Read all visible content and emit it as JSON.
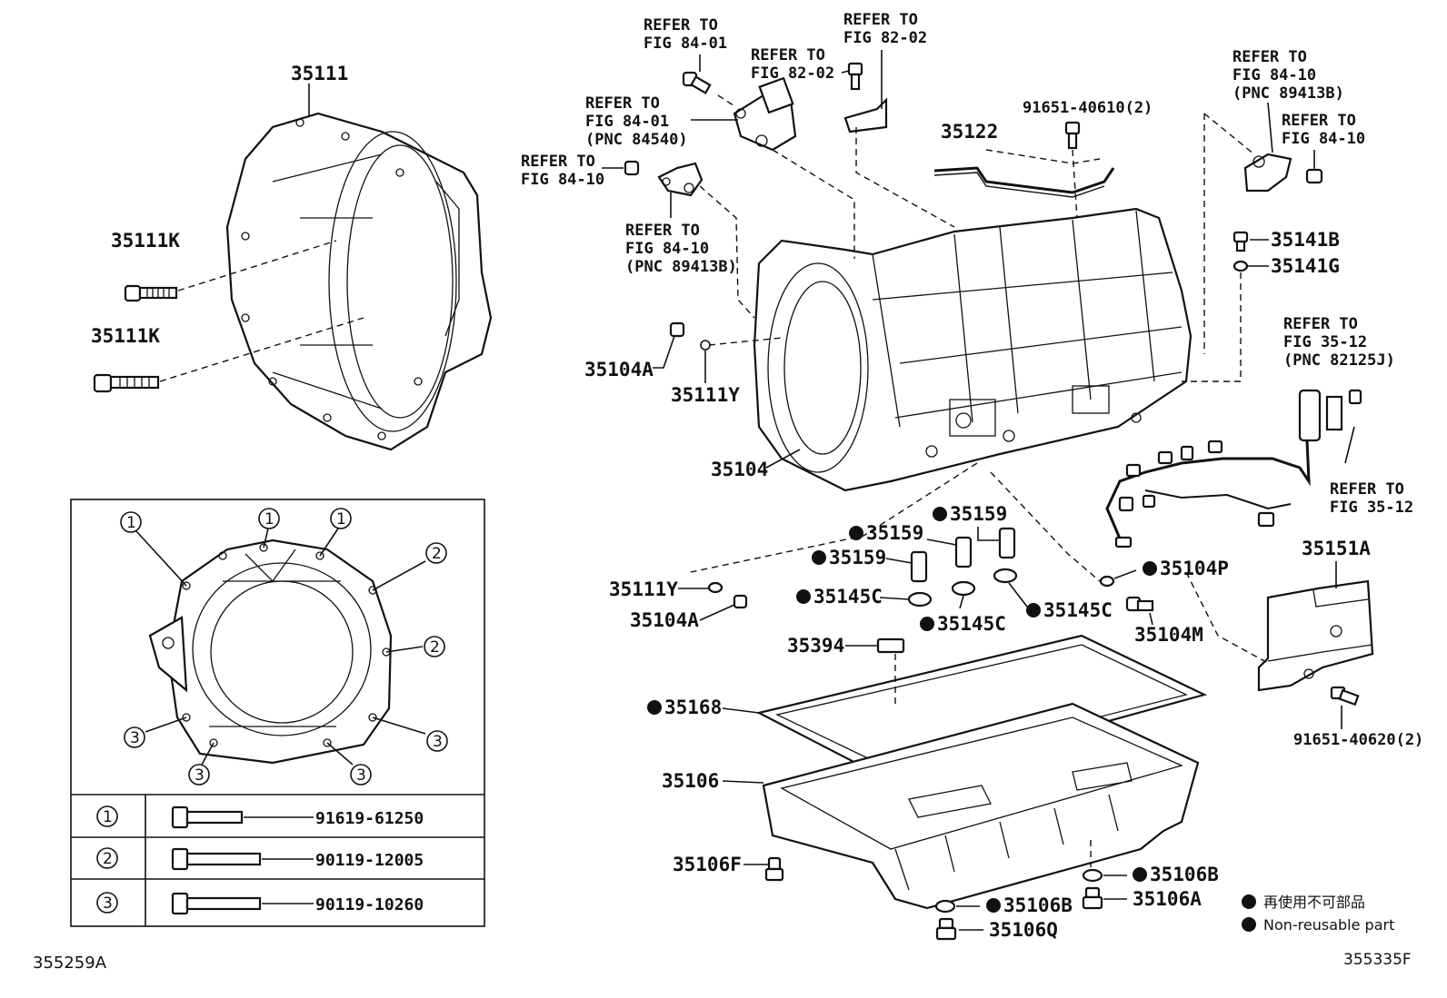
{
  "callouts": {
    "c35111": "35111",
    "c35111k_a": "35111K",
    "c35111k_b": "35111K",
    "c35104a_top": "35104A",
    "c35111y_top": "35111Y",
    "c35104": "35104",
    "c35122": "35122",
    "c91651_40610": "91651-40610(2)",
    "c35141b": "35141B",
    "c35141g": "35141G",
    "c35159_a": "35159",
    "c35159_b": "35159",
    "c35159_c": "35159",
    "c35111y_bot": "35111Y",
    "c35145c_a": "35145C",
    "c35145c_b": "35145C",
    "c35145c_c": "35145C",
    "c35104a_bot": "35104A",
    "c35104p": "35104P",
    "c35104m": "35104M",
    "c35151a": "35151A",
    "c35394": "35394",
    "c35168": "35168",
    "c35106": "35106",
    "c35106f": "35106F",
    "c35106b_a": "35106B",
    "c35106a": "35106A",
    "c35106b_b": "35106B",
    "c35106q": "35106Q",
    "c91651_40620": "91651-40620(2)"
  },
  "refers": {
    "r1": [
      "REFER TO",
      "FIG 84-01"
    ],
    "r2": [
      "REFER TO",
      "FIG 82-02"
    ],
    "r3": [
      "REFER TO",
      "FIG 82-02"
    ],
    "r4": [
      "REFER TO",
      "FIG 84-01",
      "(PNC 84540)"
    ],
    "r5": [
      "REFER TO",
      "FIG 84-10"
    ],
    "r6": [
      "REFER TO",
      "FIG 84-10",
      "(PNC 89413B)"
    ],
    "r7": [
      "REFER TO",
      "FIG 84-10",
      "(PNC 89413B)"
    ],
    "r8": [
      "REFER TO",
      "FIG 84-10"
    ],
    "r9": [
      "REFER TO",
      "FIG 35-12",
      "(PNC 82125J)"
    ],
    "r10": [
      "REFER TO",
      "FIG 35-12"
    ]
  },
  "bolt_table": {
    "rows": [
      {
        "index": "1",
        "part": "91619-61250"
      },
      {
        "index": "2",
        "part": "90119-12005"
      },
      {
        "index": "3",
        "part": "90119-10260"
      }
    ]
  },
  "circle_markers": [
    "1",
    "1",
    "1",
    "2",
    "2",
    "3",
    "3",
    "3",
    "3"
  ],
  "legend": {
    "japanese": "再使用不可部品",
    "english": "Non-reusable part"
  },
  "footer": {
    "left_code": "355259A",
    "right_code": "355335F"
  }
}
